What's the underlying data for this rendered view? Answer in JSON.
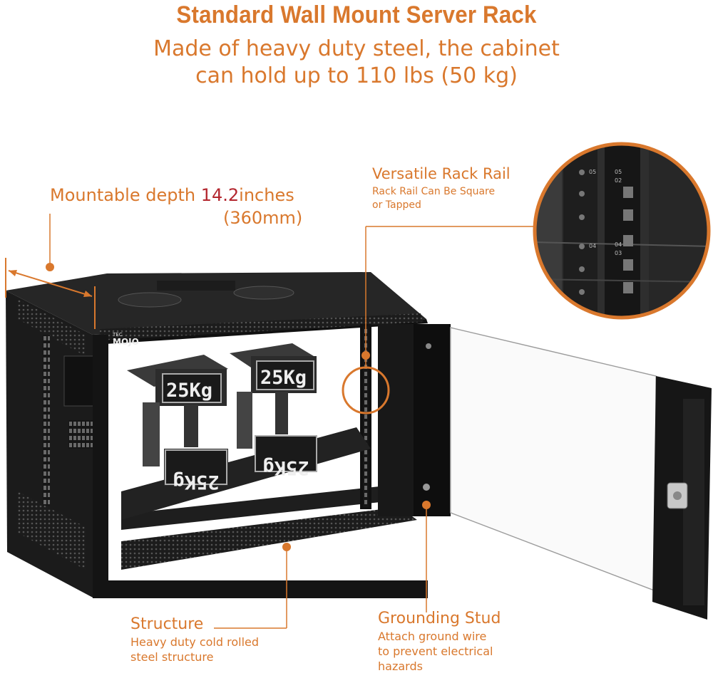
{
  "heading": {
    "title": "Standard Wall Mount Server Rack",
    "subtitle_line1": "Made of heavy duty steel, the cabinet",
    "subtitle_line2": "can hold up to 110 lbs (50 kg)"
  },
  "depth_callout": {
    "prefix": "Mountable depth ",
    "value": "14.2",
    "unit": "inches",
    "metric": "(360mm)"
  },
  "rack_rail_callout": {
    "title": "Versatile Rack Rail",
    "line1": "Rack Rail Can Be Square",
    "line2": "or Tapped"
  },
  "structure_callout": {
    "title": "Structure",
    "line1": "Heavy duty cold rolled",
    "line2": "steel structure"
  },
  "grounding_callout": {
    "title": "Grounding Stud",
    "line1": "Attach ground wire",
    "line2": "to prevent electrical",
    "line3": "hazards"
  },
  "product": {
    "brand_small": "TEC",
    "brand": "MOJO",
    "weight_label": "25Kg",
    "rail_numbers": [
      "05",
      "02",
      "04",
      "03"
    ]
  },
  "colors": {
    "accent": "#d9782d",
    "highlight": "#b3262e",
    "cabinet": "#1a1a1a"
  }
}
